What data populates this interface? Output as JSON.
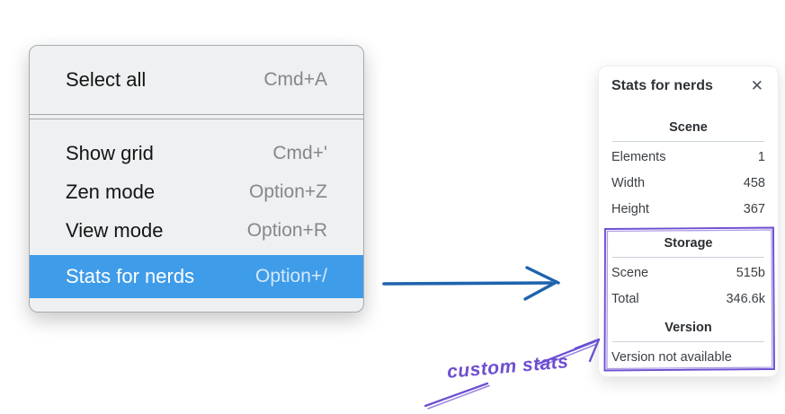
{
  "context_menu": {
    "groups": [
      {
        "items": [
          {
            "label": "Select all",
            "shortcut": "Cmd+A"
          }
        ]
      },
      {
        "items": [
          {
            "label": "Show grid",
            "shortcut": "Cmd+'"
          },
          {
            "label": "Zen mode",
            "shortcut": "Option+Z"
          },
          {
            "label": "View mode",
            "shortcut": "Option+R"
          },
          {
            "label": "Stats for nerds",
            "shortcut": "Option+/",
            "selected": true
          }
        ]
      }
    ]
  },
  "stats_panel": {
    "title": "Stats for nerds",
    "close_icon": "✕",
    "sections": [
      {
        "title": "Scene",
        "rows": [
          {
            "label": "Elements",
            "value": "1"
          },
          {
            "label": "Width",
            "value": "458"
          },
          {
            "label": "Height",
            "value": "367"
          }
        ]
      },
      {
        "title": "Storage",
        "rows": [
          {
            "label": "Scene",
            "value": "515b"
          },
          {
            "label": "Total",
            "value": "346.6k"
          }
        ]
      },
      {
        "title": "Version",
        "rows": [],
        "note": "Version not available"
      }
    ]
  },
  "annotation": {
    "label": "custom stats"
  },
  "colors": {
    "menu_highlight": "#3f9ce9",
    "arrow_blue": "#1e63ae",
    "annotation_purple": "#6d4fd1",
    "menu_background": "#eef0f1",
    "section_rule": "#ccd3da"
  }
}
